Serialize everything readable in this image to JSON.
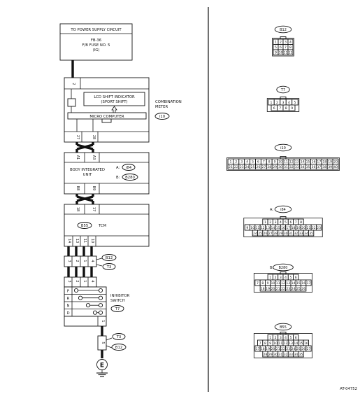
{
  "power": {
    "title": "TO POWER SUPPLY CIRCUIT",
    "fuse_line1": "FB-36",
    "fuse_line2": "F/B FUSE NO. 5",
    "fuse_line3": "(IG)"
  },
  "meter": {
    "pin_top": "2",
    "lcd_line1": "LCD SHIFT INDICATOR",
    "lcd_line2": "(SPORT SHIFT)",
    "micro": "MICRO COMPUTER",
    "label_line1": "COMBINATION",
    "label_line2": "METER",
    "connector": "i10",
    "pin_left": "27",
    "pin_right": "28"
  },
  "biu": {
    "pin_a1": "A1",
    "pin_a3": "A3",
    "name_line1": "BODY INTEGRATED",
    "name_line2": "UNIT",
    "tag_a": "A:",
    "conn_a": "i84",
    "tag_b": "B:",
    "conn_b": "B280",
    "pin_b8": "B8",
    "pin_b9": "B9"
  },
  "tcm": {
    "pin_18": "18",
    "pin_17": "17",
    "conn": "B55",
    "name": "TCM",
    "pins": [
      "14",
      "13",
      "11",
      "10"
    ]
  },
  "harness": {
    "conn_b12": "B12",
    "conn_t3": "T3",
    "pins": [
      "3",
      "2",
      "1",
      "4"
    ]
  },
  "inhibitor": {
    "rows": [
      "P",
      "R",
      "N",
      "D"
    ],
    "label_line1": "INHIBITOR",
    "label_line2": "SWITCH",
    "connector": "T7",
    "pin_bottom": "1"
  },
  "ground": {
    "conn_t3": "T3",
    "conn_b12": "B12",
    "pin": "5",
    "symbol": "E"
  },
  "connectors": {
    "b12": {
      "id": "B12",
      "rows": [
        [
          "1",
          "2",
          "3",
          "4"
        ],
        [
          "5",
          "6",
          "7",
          "8"
        ],
        [
          "9",
          "10",
          "11",
          "12"
        ]
      ]
    },
    "t7": {
      "id": "T7",
      "rows": [
        [
          "1",
          "2",
          "3",
          "4",
          "5"
        ],
        [
          "6",
          "7",
          "8",
          "9"
        ]
      ]
    },
    "i10": {
      "id": "i10",
      "rows": [
        [
          "1",
          "2",
          "3",
          "4",
          "5",
          "6",
          "7",
          "8",
          "9",
          "10",
          "11",
          "12",
          "13",
          "14",
          "15",
          "16",
          "17",
          "18",
          "19",
          "20"
        ],
        [
          "21",
          "22",
          "23",
          "24",
          "25",
          "26",
          "27",
          "28",
          "29",
          "30",
          "31",
          "32",
          "33",
          "34",
          "35",
          "36",
          "37",
          "38",
          "39",
          "40"
        ]
      ]
    },
    "i84": {
      "label": "A:",
      "id": "i84",
      "rows": [
        [
          "1",
          "2",
          "3",
          "4",
          "5",
          "6",
          "7",
          "8"
        ],
        [
          "9",
          "10",
          "11",
          "12",
          "13",
          "14",
          "15",
          "16",
          "17",
          "18",
          "19",
          "20",
          "21",
          "22",
          "23"
        ],
        [
          "24",
          "25",
          "26",
          "27",
          "28",
          "29",
          "30",
          "31",
          "32",
          "33",
          "34",
          "35"
        ]
      ]
    },
    "b280": {
      "label": "B:",
      "id": "B280",
      "rows": [
        [
          "1",
          "2",
          "3",
          "4",
          "5",
          "6"
        ],
        [
          "7",
          "8",
          "9",
          "10",
          "11",
          "12",
          "13",
          "14",
          "15",
          "16",
          "17"
        ],
        [
          "18",
          "19",
          "20",
          "21",
          "22",
          "23",
          "24",
          "25",
          "26"
        ]
      ]
    },
    "b55": {
      "id": "B55",
      "rows": [
        [
          "1",
          "2",
          "3",
          "4",
          "5",
          "6"
        ],
        [
          "7",
          "8",
          "9",
          "10",
          "11",
          "12",
          "13",
          "14",
          "15",
          "16"
        ],
        [
          "17",
          "18",
          "19",
          "20",
          "21",
          "22",
          "23",
          "24",
          "25",
          "26",
          "27"
        ],
        [
          "28",
          "29",
          "30",
          "31",
          "32",
          "33",
          "34",
          "35"
        ]
      ]
    }
  },
  "figure_id": "AT-04752"
}
